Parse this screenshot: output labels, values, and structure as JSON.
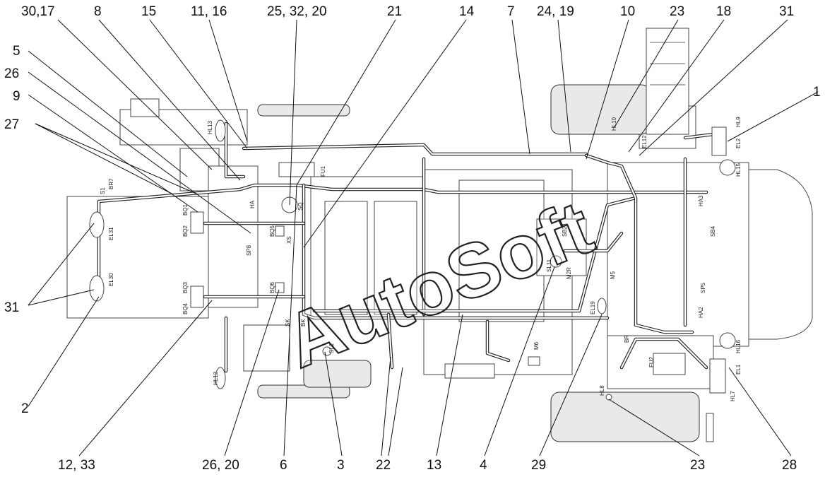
{
  "watermark": "AutoSoft",
  "callouts_top": [
    "30,17",
    "8",
    "15",
    "11, 16",
    "25, 32, 20",
    "21",
    "14",
    "7",
    "24, 19",
    "10",
    "23",
    "18",
    "31"
  ],
  "callouts_left": [
    "5",
    "26",
    "9",
    "27",
    "31",
    "2"
  ],
  "callout_right": "1",
  "callouts_bottom": [
    "12, 33",
    "26, 20",
    "6",
    "3",
    "22",
    "13",
    "4",
    "29",
    "23",
    "28"
  ],
  "component_tags": {
    "HL13": "HL13",
    "S1": "S1",
    "BR7": "BR7",
    "EL31": "EL31",
    "EL30": "EL30",
    "BQ1": "BQ1",
    "BQ2": "BQ2",
    "BQ3": "BQ3",
    "BQ4": "BQ4",
    "BQ5": "BQ5",
    "BQ6": "BQ6",
    "SP8": "SP8",
    "SQ": "SQ",
    "HA": "HA",
    "XS": "XS",
    "SL1": "SL1",
    "BK": "BK",
    "SK": "SK",
    "HL12": "HL12",
    "SB21": "SB21",
    "SL11": "SL11",
    "M2R": "M2R",
    "M5": "M5",
    "M6": "M6",
    "EL19": "EL19",
    "HL10": "HL10",
    "EL12": "EL12",
    "HL9": "HL9",
    "EL2": "EL2",
    "HL15": "HL15",
    "HA3": "HA3",
    "SB4": "SB4",
    "SP5": "SP5",
    "HA2": "HA2",
    "HL16": "HL16",
    "EL1": "EL1",
    "HL7": "HL7",
    "HL8": "HL8",
    "FU2": "FU2",
    "BR": "BR",
    "FU1": "FU1"
  }
}
